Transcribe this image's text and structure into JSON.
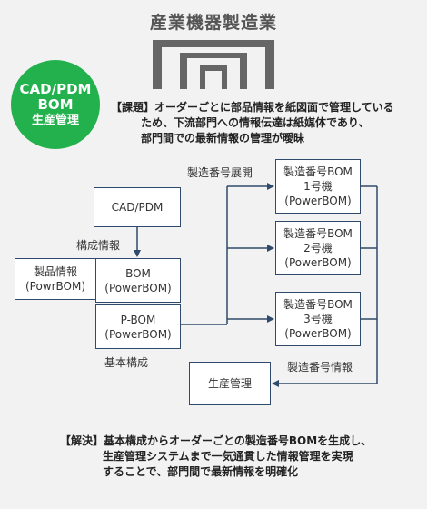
{
  "title": "産業機器製造業",
  "badge": {
    "line1": "CAD/PDM",
    "line2": "BOM",
    "line3": "生産管理"
  },
  "issue": {
    "tag": "【課題】",
    "line1": "オーダーごとに部品情報を紙図面で管理している",
    "line2": "ため、下流部門への情報伝達は紙媒体であり、",
    "line3": "部門間での最新情報の管理が曖昧"
  },
  "boxes": {
    "cadpdm": "CAD/PDM",
    "product_info": {
      "line1": "製品情報",
      "line2": "(PowrBOM)"
    },
    "bom": {
      "line1": "BOM",
      "line2": "(PowerBOM)"
    },
    "pbom": {
      "line1": "P-BOM",
      "line2": "(PowerBOM)"
    },
    "serial1": {
      "line1": "製造番号BOM",
      "line2": "1号機",
      "line3": "(PowerBOM)"
    },
    "serial2": {
      "line1": "製造番号BOM",
      "line2": "2号機",
      "line3": "(PowerBOM)"
    },
    "serial3": {
      "line1": "製造番号BOM",
      "line2": "3号機",
      "line3": "(PowerBOM)"
    },
    "production": "生産管理"
  },
  "labels": {
    "serial_expand": "製造番号展開",
    "config_info": "構成情報",
    "basic_config": "基本構成",
    "serial_info": "製造番号情報"
  },
  "solution": {
    "tag": "【解決】",
    "line1": "基本構成からオーダーごとの製造番号BOMを生成し、",
    "line2": "生産管理システムまで一気通貫した情報管理を実現",
    "line3": "することで、部門間で最新情報を明確化"
  },
  "colors": {
    "accent_green": "#23b14d",
    "box_border": "#2f4a6a",
    "icon_gray": "#666666"
  }
}
